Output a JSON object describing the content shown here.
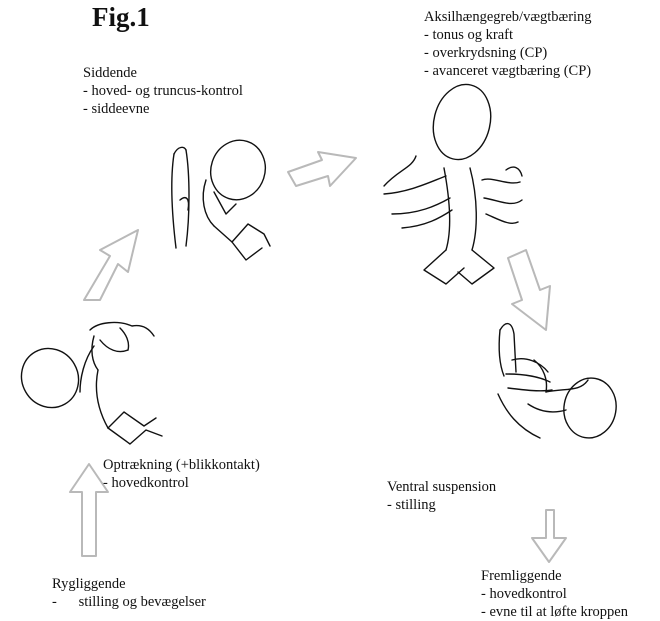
{
  "figure": {
    "title": "Fig.1"
  },
  "stages": {
    "siddende": {
      "heading": "Siddende",
      "points": [
        "- hoved- og truncus-kontrol",
        "- siddeevne"
      ]
    },
    "aksil": {
      "heading": "Aksilhængegreb/vægtbæring",
      "points": [
        "- tonus og kraft",
        "- overkrydsning (CP)",
        "- avanceret vægtbæring (CP)"
      ]
    },
    "optraek": {
      "heading": "Optrækning (+blikkontakt)",
      "points": [
        "- hovedkontrol"
      ]
    },
    "ventral": {
      "heading": "Ventral suspension",
      "points": [
        "- stilling"
      ]
    },
    "frem": {
      "heading": "Fremliggende",
      "points": [
        "- hovedkontrol",
        "- evne til at løfte kroppen"
      ]
    },
    "ryg": {
      "heading": "Rygliggende",
      "points": [
        "-      stilling og bevægelser"
      ]
    }
  },
  "colors": {
    "ink": "#111111",
    "arrow_stroke": "#b9b9b9",
    "arrow_fill": "#ffffff"
  }
}
